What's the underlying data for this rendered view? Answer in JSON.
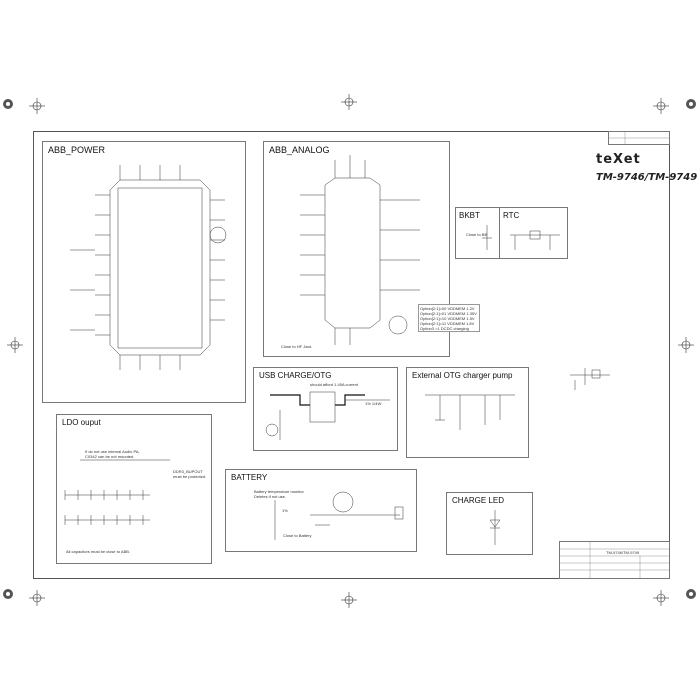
{
  "logo": "teXet",
  "model": "TM-9746/TM-9749",
  "blocks": {
    "abb_power": "ABB_POWER",
    "abb_analog": "ABB_ANALOG",
    "bkbt": "BKBT",
    "rtc": "RTC",
    "usb_charge": "USB CHARGE/OTG",
    "otg_pump": "External OTG charger pump",
    "ldo": "LDO ouput",
    "battery": "BATTERY",
    "charge_led": "CHARGE LED"
  },
  "notes": {
    "close_to_bb": "Close to BB",
    "close_to_hp": "Close to HF Jack",
    "option_1": "Option[2:1]=00 VDDMEM 1.2V",
    "option_2": "Option[2:1]=01 VDDMEM 1.35V",
    "option_3": "Option[2:1]=10 VDDMEM 1.5V",
    "option_4": "Option[2:1]=11 VDDMEM 1.8V",
    "option_5": "Option3 =1 DCDC charging",
    "usb_current": "should afford 1.45A current",
    "resistor": "1% 1/4W",
    "audio_pa_1": "If do not use internal Audio PA,",
    "audio_pa_2": "C0342 can be not mounted.",
    "ddr3_1": "DDR3_BUPOUT",
    "ddr3_2": "must be protected.",
    "caps_note": "All capacitors must be close to ABB.",
    "batt_monitor_1": "Battery temperature monitor",
    "batt_monitor_2": "Deletes if not use.",
    "batt_pct": "1%",
    "close_to_battery": "Close to Battery"
  },
  "title_block": {
    "model": "TM-9746/TM-9749"
  }
}
